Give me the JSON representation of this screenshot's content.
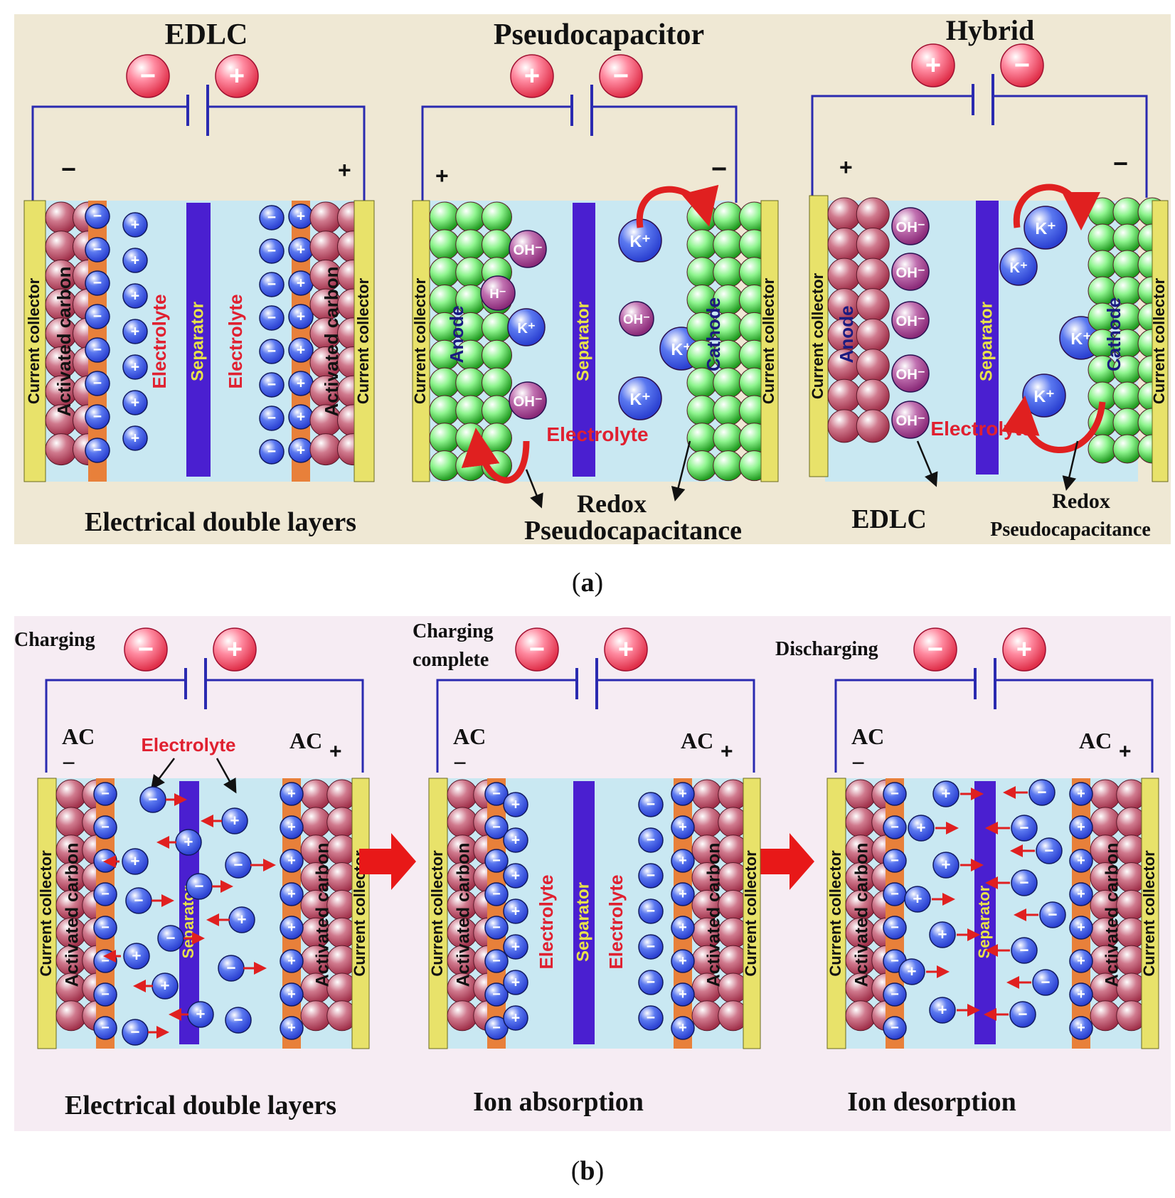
{
  "panel_a": {
    "label": "a",
    "cells": [
      {
        "title": "EDLC",
        "battery": {
          "left": "−",
          "right": "+"
        },
        "terminals": {
          "left": "−",
          "right": "+"
        },
        "layers": {
          "collector": "Current collector",
          "electrode": "Activated carbon",
          "electrolyte": "Electrolyte",
          "separator": "Separator"
        },
        "bottom_label": "Electrical double layers"
      },
      {
        "title": "Pseudocapacitor",
        "battery": {
          "left": "+",
          "right": "−"
        },
        "terminals": {
          "left": "+",
          "right": "−"
        },
        "layers": {
          "collector": "Current collector",
          "anode": "Anode",
          "cathode": "Cathode",
          "electrolyte": "Electrolyte",
          "separator": "Separator"
        },
        "ions": {
          "oh": "OH⁻",
          "k": "K⁺",
          "h": "H⁻"
        },
        "bottom_label_1": "Redox",
        "bottom_label_2": "Pseudocapacitance"
      },
      {
        "title": "Hybrid",
        "battery": {
          "left": "+",
          "right": "−"
        },
        "terminals": {
          "left": "+",
          "right": "−"
        },
        "layers": {
          "collector": "Current collector",
          "anode": "Anode",
          "cathode": "Cathode",
          "electrolyte": "Electrolyte",
          "separator": "Separator"
        },
        "ions": {
          "oh": "OH⁻",
          "k": "K⁺"
        },
        "bottom_left": "EDLC",
        "bottom_right_1": "Redox",
        "bottom_right_2": "Pseudocapacitance"
      }
    ]
  },
  "panel_b": {
    "label": "b",
    "cells": [
      {
        "title": "Charging",
        "battery": {
          "left": "−",
          "right": "+"
        },
        "ac_left": "AC",
        "ac_left_sign": "−",
        "ac_right": "AC",
        "ac_right_sign": "+",
        "electrolyte_label": "Electrolyte",
        "layers": {
          "collector": "Current collector",
          "electrode": "Activated carbon",
          "separator": "Separator"
        },
        "bottom_label": "Electrical double layers"
      },
      {
        "title_1": "Charging",
        "title_2": "complete",
        "battery": {
          "left": "−",
          "right": "+"
        },
        "ac_left": "AC",
        "ac_left_sign": "−",
        "ac_right": "AC",
        "ac_right_sign": "+",
        "layers": {
          "collector": "Current collector",
          "electrode": "Activated carbon",
          "electrolyte": "Electrolyte",
          "separator": "Separator"
        },
        "bottom_label": "Ion absorption"
      },
      {
        "title": "Discharging",
        "battery": {
          "left": "−",
          "right": "+"
        },
        "ac_left": "AC",
        "ac_left_sign": "−",
        "ac_right": "AC",
        "ac_right_sign": "+",
        "layers": {
          "collector": "Current collector",
          "electrode": "Activated carbon",
          "separator": "Separator"
        },
        "bottom_label": "Ion desorption"
      }
    ]
  },
  "colors": {
    "electrolyte": "#c9e8f2",
    "separator": "#4a1fd0",
    "collector": "#e8e26a",
    "carbon_strip": "#e8803a",
    "carbon_ball": "#a0304a",
    "green_ball": "#3ee03e",
    "ion_blue": "#2a3fd0",
    "ion_purple": "#8a2a78",
    "wire": "#2a2ab0",
    "arrow_red": "#e02020"
  }
}
